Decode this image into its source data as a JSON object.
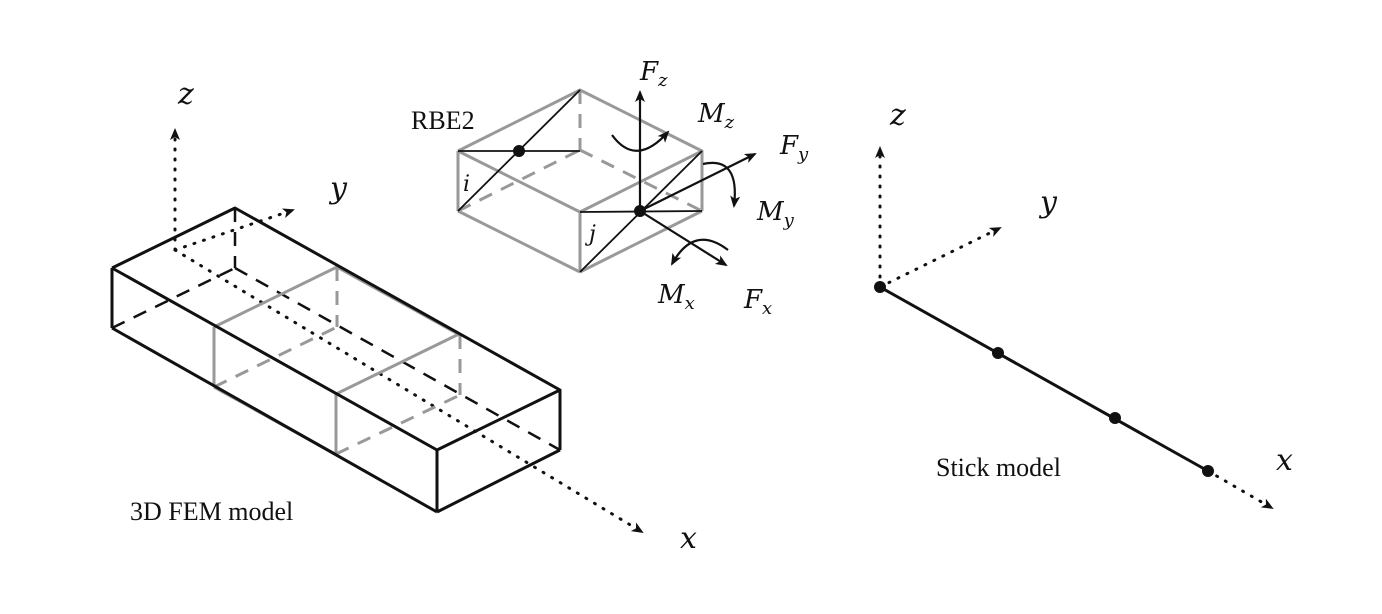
{
  "fem_model": {
    "caption": "3D FEM model",
    "axis_x": "x",
    "axis_y": "y",
    "axis_z": "z"
  },
  "rbe2": {
    "label": "RBE2",
    "node_i": "i",
    "node_j": "j",
    "forces": {
      "fz": {
        "main": "F",
        "sub": "z"
      },
      "fy": {
        "main": "F",
        "sub": "y"
      },
      "fx": {
        "main": "F",
        "sub": "x"
      }
    },
    "moments": {
      "mz": {
        "main": "M",
        "sub": "z"
      },
      "my": {
        "main": "M",
        "sub": "y"
      },
      "mx": {
        "main": "M",
        "sub": "x"
      }
    }
  },
  "stick_model": {
    "caption": "Stick model",
    "axis_x": "x",
    "axis_y": "y",
    "axis_z": "z"
  },
  "colors": {
    "edge_black": "#111111",
    "edge_grey": "#999999"
  }
}
